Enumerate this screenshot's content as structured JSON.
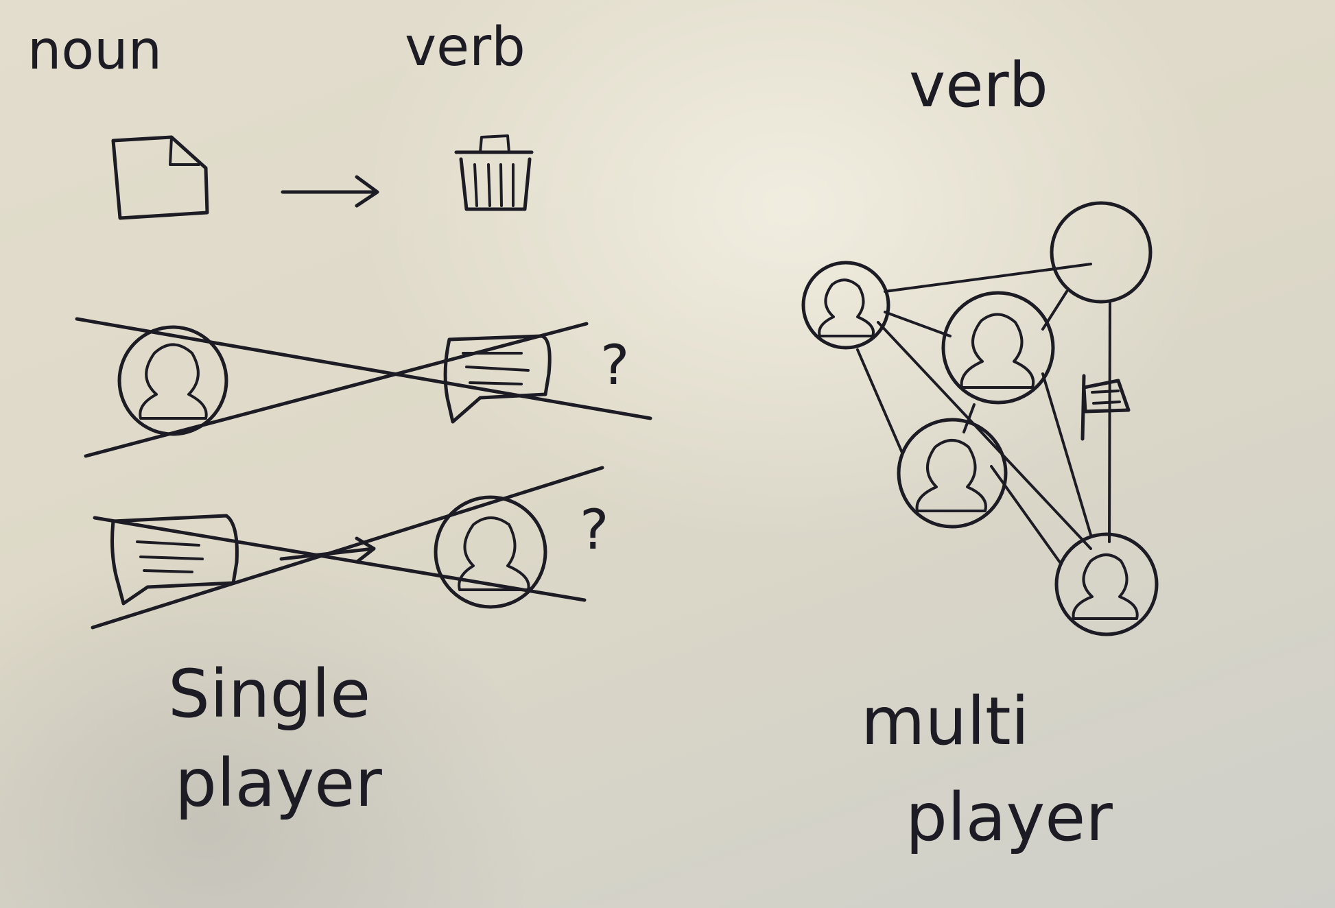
{
  "labels": {
    "noun": "noun",
    "verb_top": "verb",
    "verb_right": "verb",
    "question_1": "?",
    "question_2": "?",
    "single_line1": "Single",
    "single_line2": "player",
    "multi_line1": "multi",
    "multi_line2": "player"
  },
  "ink_color": "#1d1b24",
  "icons": [
    "document-icon",
    "arrow-icon",
    "trash-icon",
    "person-icon",
    "chat-bubble-icon",
    "flag-icon"
  ]
}
